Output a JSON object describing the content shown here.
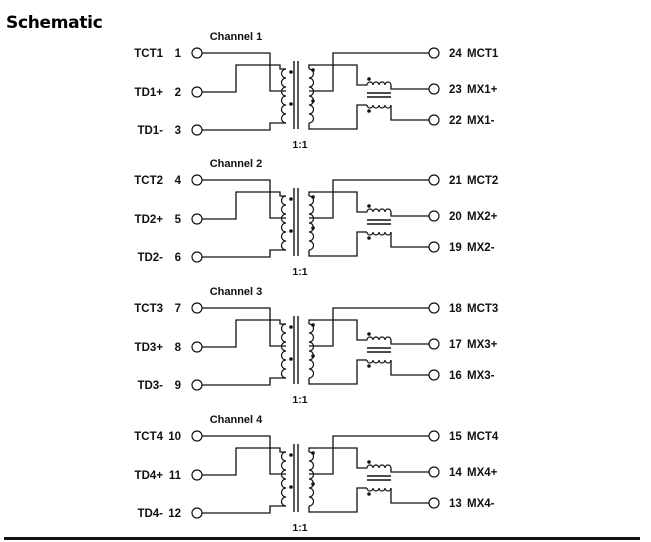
{
  "heading": "Schematic",
  "ratio_label": "1:1",
  "colors": {
    "ink": "#111111",
    "background": "#ffffff"
  },
  "channels": [
    {
      "title": "Channel 1",
      "left_pins": [
        {
          "label": "TCT1",
          "number": "1"
        },
        {
          "label": "TD1+",
          "number": "2"
        },
        {
          "label": "TD1-",
          "number": "3"
        }
      ],
      "right_pins": [
        {
          "number": "24",
          "label": "MCT1"
        },
        {
          "number": "23",
          "label": "MX1+"
        },
        {
          "number": "22",
          "label": "MX1-"
        }
      ]
    },
    {
      "title": "Channel 2",
      "left_pins": [
        {
          "label": "TCT2",
          "number": "4"
        },
        {
          "label": "TD2+",
          "number": "5"
        },
        {
          "label": "TD2-",
          "number": "6"
        }
      ],
      "right_pins": [
        {
          "number": "21",
          "label": "MCT2"
        },
        {
          "number": "20",
          "label": "MX2+"
        },
        {
          "number": "19",
          "label": "MX2-"
        }
      ]
    },
    {
      "title": "Channel 3",
      "left_pins": [
        {
          "label": "TCT3",
          "number": "7"
        },
        {
          "label": "TD3+",
          "number": "8"
        },
        {
          "label": "TD3-",
          "number": "9"
        }
      ],
      "right_pins": [
        {
          "number": "18",
          "label": "MCT3"
        },
        {
          "number": "17",
          "label": "MX3+"
        },
        {
          "number": "16",
          "label": "MX3-"
        }
      ]
    },
    {
      "title": "Channel 4",
      "left_pins": [
        {
          "label": "TCT4",
          "number": "10"
        },
        {
          "label": "TD4+",
          "number": "11"
        },
        {
          "label": "TD4-",
          "number": "12"
        }
      ],
      "right_pins": [
        {
          "number": "15",
          "label": "MCT4"
        },
        {
          "number": "14",
          "label": "MX4+"
        },
        {
          "number": "13",
          "label": "MX4-"
        }
      ]
    }
  ]
}
